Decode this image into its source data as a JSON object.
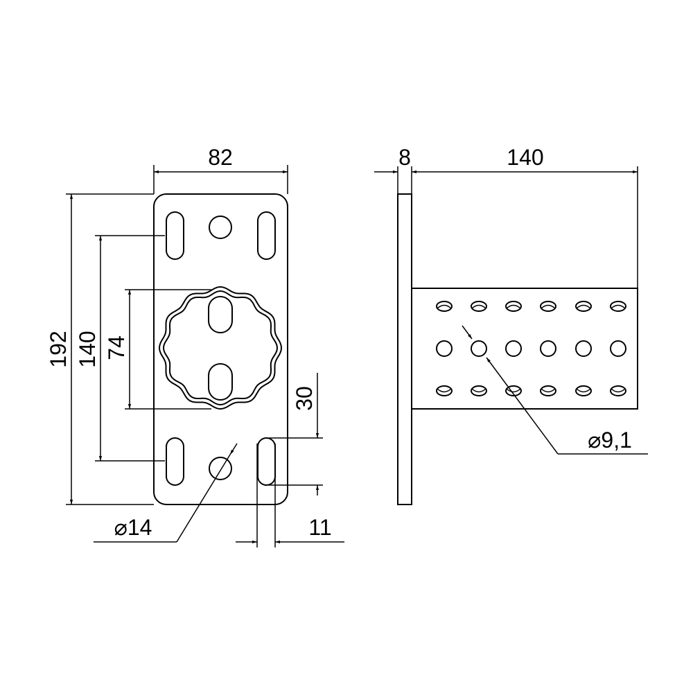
{
  "dimensions": {
    "width_front": "82",
    "height_total": "192",
    "slot_spacing": "140",
    "star_height": "74",
    "slot_length": "30",
    "slot_width": "11",
    "hole_diameter": "⌀14",
    "plate_thickness": "8",
    "tube_length": "140",
    "tube_hole_diameter": "⌀9,1"
  },
  "colors": {
    "line": "#000000",
    "background": "#ffffff"
  }
}
